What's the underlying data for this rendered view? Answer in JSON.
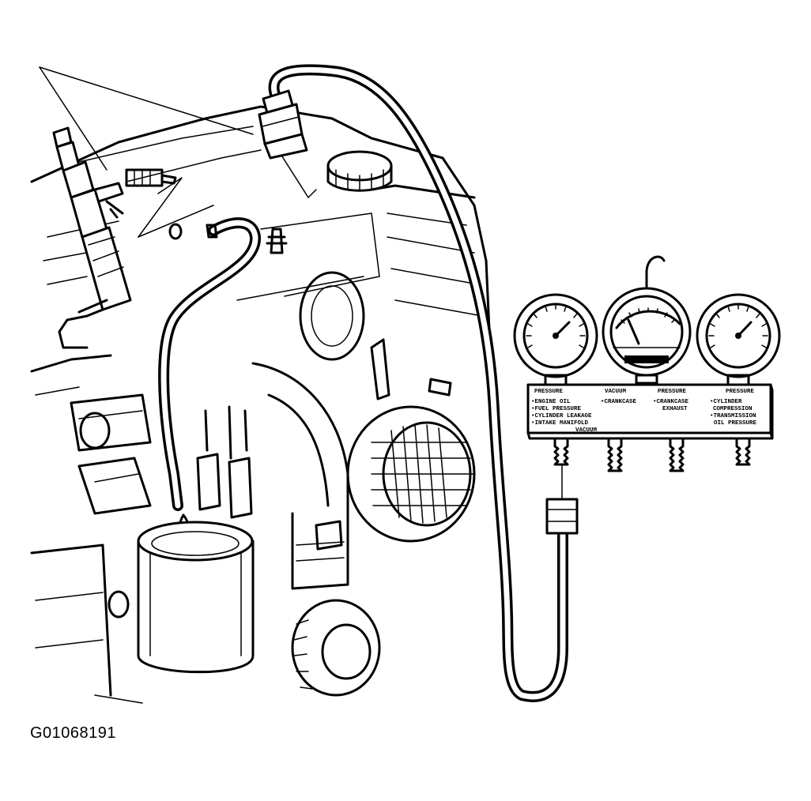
{
  "figure_code": "G01068191",
  "gauge_panel": {
    "headers": [
      "PRESSURE",
      "VACUUM",
      "PRESSURE",
      "PRESSURE"
    ],
    "col1": [
      "•ENGINE OIL",
      "•FUEL PRESSURE",
      "•CYLINDER LEAKAGE",
      "•INTAKE MANIFOLD",
      "VACUUM"
    ],
    "col2": [
      "•CRANKCASE"
    ],
    "col3": [
      "•CRANKCASE",
      "EXHAUST"
    ],
    "col4": [
      "•CYLINDER",
      "COMPRESSION",
      "•TRANSMISSION",
      "OIL PRESSURE"
    ]
  }
}
